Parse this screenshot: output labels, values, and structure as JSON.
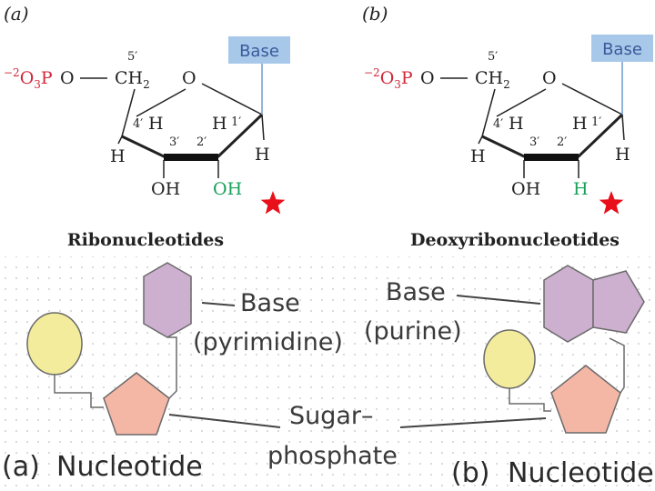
{
  "colors": {
    "phosphate_red": "#d0283a",
    "hydroxyl_green": "#1aa05a",
    "base_box": "#a8c8ea",
    "star": "#e8101a",
    "hexagon": "#cdb0cf",
    "pentagon": "#f4b7a6",
    "circle": "#f3ec9c",
    "dot_grid": "#cfcfcf"
  },
  "panel_a": {
    "label": "(a)",
    "title": "Ribonucleotides",
    "base_label": "Base",
    "phosphate_charge": "−2",
    "phosphate_o": "O",
    "phosphate_sub": "3",
    "phosphate_p": "P",
    "linker_o": "O",
    "ch": "CH",
    "ch_sub": "2",
    "ring_o": "O",
    "c5_label": "5′",
    "c4_label": "4′",
    "c3_label": "3′",
    "c2_label": "2′",
    "c1_label": "1′",
    "h4": "H",
    "h1": "H",
    "h_left": "H",
    "h_right": "H",
    "oh_3": "OH",
    "group_2": "OH",
    "group_2_color": "green"
  },
  "panel_b": {
    "label": "(b)",
    "title": "Deoxyribonucleotides",
    "base_label": "Base",
    "phosphate_charge": "−2",
    "phosphate_o": "O",
    "phosphate_sub": "3",
    "phosphate_p": "P",
    "linker_o": "O",
    "ch": "CH",
    "ch_sub": "2",
    "ring_o": "O",
    "c5_label": "5′",
    "c4_label": "4′",
    "c3_label": "3′",
    "c2_label": "2′",
    "c1_label": "1′",
    "h4": "H",
    "h1": "H",
    "h_left": "H",
    "h_right": "H",
    "oh_3": "OH",
    "group_2": "H",
    "group_2_color": "green"
  },
  "bottom": {
    "base_pyrimidine_line1": "Base",
    "base_pyrimidine_line2": "(pyrimidine)",
    "base_purine_line1": "Base",
    "base_purine_line2": "(purine)",
    "sugar_line1": "Sugar–",
    "sugar_line2": "phosphate",
    "caption_a_letter": "(a)",
    "caption_a_word": "Nucleotide",
    "caption_b_letter": "(b)",
    "caption_b_word": "Nucleotide"
  }
}
